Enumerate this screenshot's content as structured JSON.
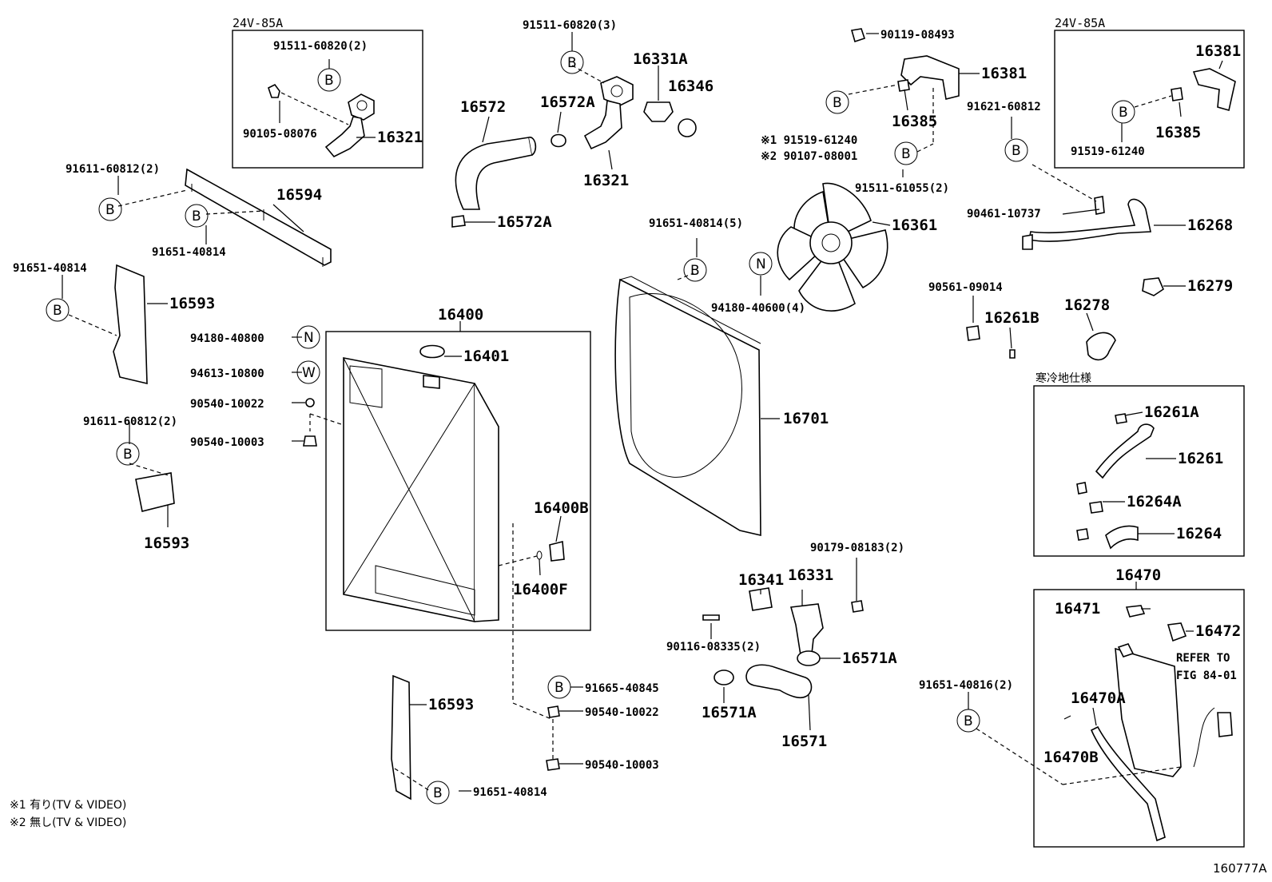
{
  "figure_code": "160777A",
  "notes": [
    "※1 有り(TV & VIDEO)",
    "※2 無し(TV & VIDEO)"
  ],
  "boxes": {
    "left_24v": "24V-85A",
    "right_24v": "24V-85A",
    "cold": "寒冷地仕様"
  },
  "circle_letters": {
    "b": "B",
    "n": "N",
    "w": "W"
  },
  "refer": [
    "REFER TO",
    "FIG 84-01"
  ],
  "labels": {
    "p91511_60820_2": "91511-60820(2)",
    "p90105_08076": "90105-08076",
    "p16321a": "16321",
    "p91511_60820_3": "91511-60820(3)",
    "p16331A": "16331A",
    "p16346": "16346",
    "p16572": "16572",
    "p16572A_top": "16572A",
    "p16321b": "16321",
    "p16572A_bot": "16572A",
    "p90119_08493": "90119-08493",
    "p16381": "16381",
    "p16385": "16385",
    "p91519_61240_n1": "※1 91519-61240",
    "p90107_08001": "※2 90107-08001",
    "p91511_61055": "91511-61055(2)",
    "p16381r": "16381",
    "p16385r": "16385",
    "p91519_61240r": "91519-61240",
    "p91621_60812": "91621-60812",
    "p91611_60812_2a": "91611-60812(2)",
    "p16594": "16594",
    "p91651_40814_a": "91651-40814",
    "p91651_40814_b": "91651-40814",
    "p16593_a": "16593",
    "p16400": "16400",
    "p16401": "16401",
    "p94180_40800": "94180-40800",
    "p94613_10800": "94613-10800",
    "p90540_10022_a": "90540-10022",
    "p90540_10003_a": "90540-10003",
    "p91611_60812_2b": "91611-60812(2)",
    "p16593_b": "16593",
    "p16400B": "16400B",
    "p16400F": "16400F",
    "p91651_40814_5": "91651-40814(5)",
    "p16361": "16361",
    "p94180_40600": "94180-40600(4)",
    "p16701": "16701",
    "p90461_10737": "90461-10737",
    "p16268": "16268",
    "p90561_09014": "90561-09014",
    "p16261B": "16261B",
    "p16278": "16278",
    "p16279": "16279",
    "p16261A": "16261A",
    "p16261": "16261",
    "p16264A": "16264A",
    "p16264": "16264",
    "p90179_08183": "90179-08183(2)",
    "p16341": "16341",
    "p16331": "16331",
    "p90116_08335": "90116-08335(2)",
    "p16571A_a": "16571A",
    "p16571A_b": "16571A",
    "p16571": "16571",
    "p91665_40845": "91665-40845",
    "p90540_10022_b": "90540-10022",
    "p90540_10003_b": "90540-10003",
    "p16593_c": "16593",
    "p91651_40814_c": "91651-40814",
    "p16470": "16470",
    "p16471": "16471",
    "p16472": "16472",
    "p16470A": "16470A",
    "p16470B": "16470B",
    "p91651_40816": "91651-40816(2)"
  }
}
